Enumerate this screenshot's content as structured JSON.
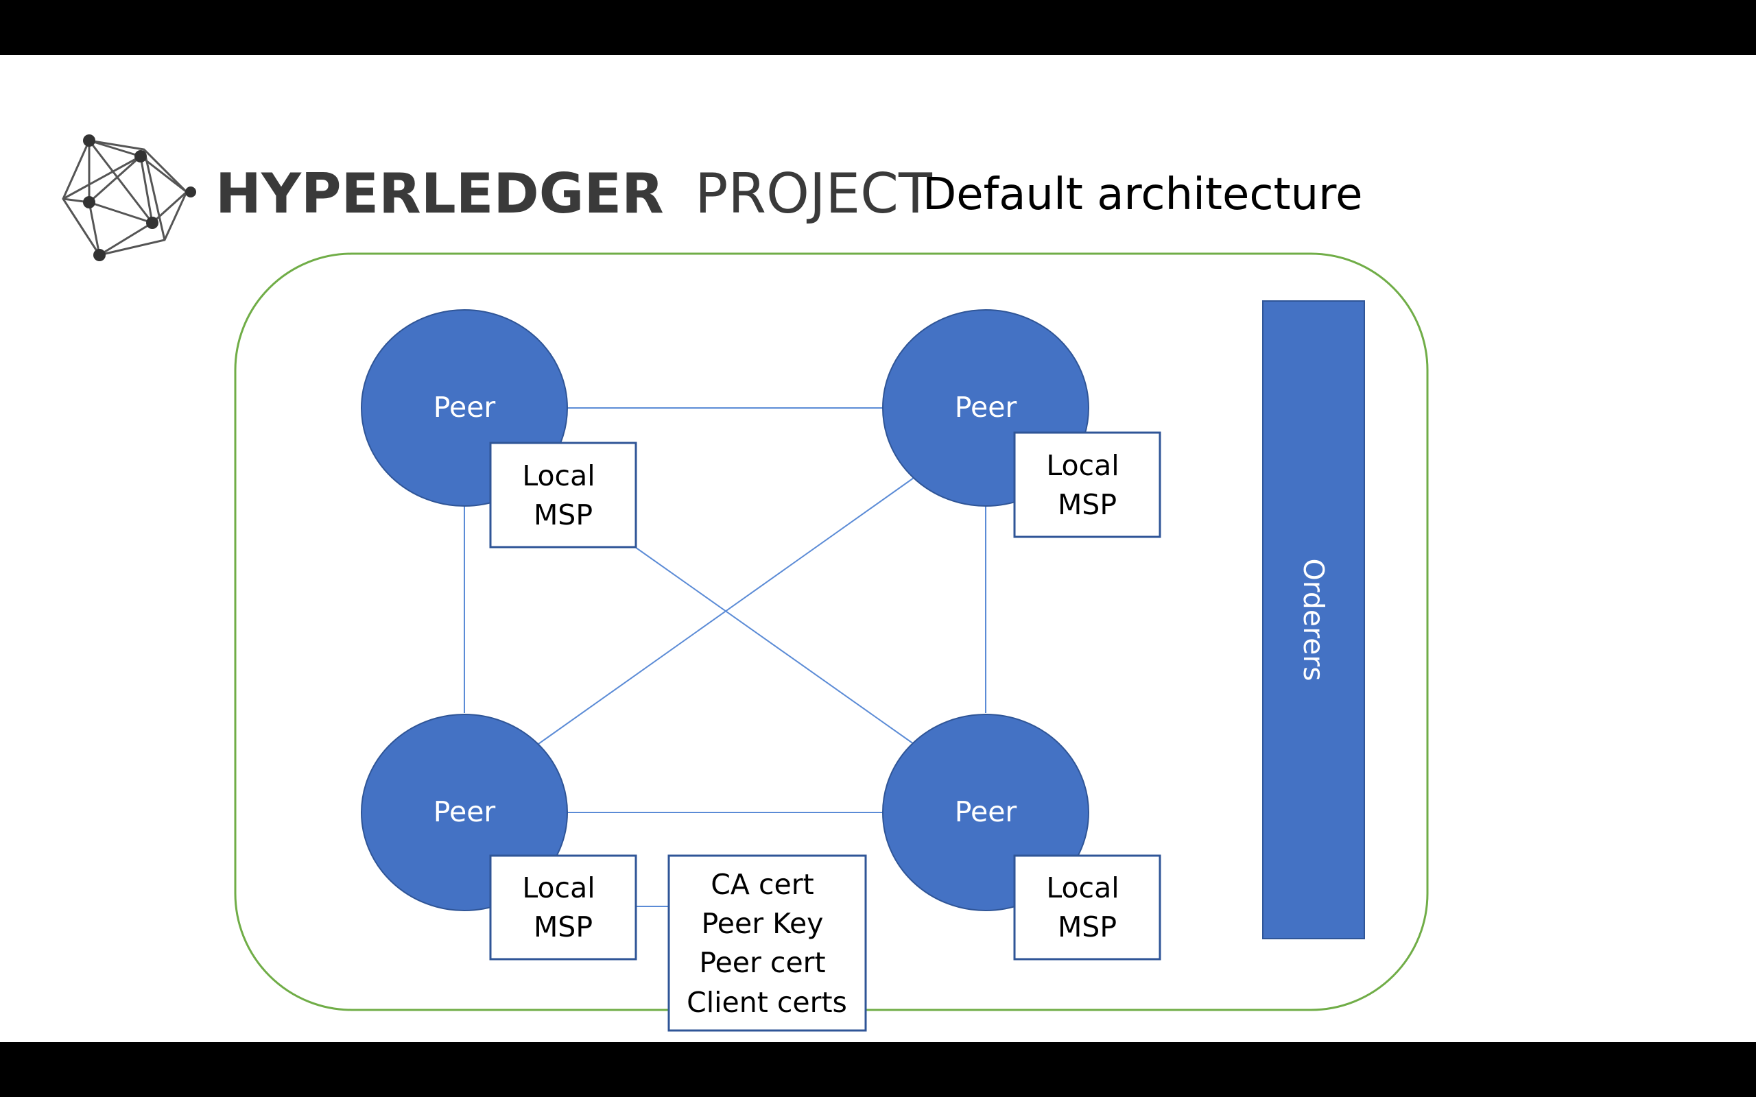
{
  "header": {
    "logo_bold": "HYPERLEDGER",
    "logo_light": "PROJECT",
    "title": "Default architecture"
  },
  "nodes": {
    "peer_label": "Peer",
    "msp_line1": "Local",
    "msp_line2": "MSP",
    "orderers_label": "Orderers"
  },
  "cert_box": {
    "lines": [
      "CA cert",
      "Peer Key",
      "Peer cert",
      "Client certs"
    ]
  },
  "colors": {
    "node_fill": "#4472C4",
    "node_stroke": "#2F5597",
    "boundary": "#70AD47",
    "connector": "#5B8BD6",
    "logo_text": "#3A3A3A",
    "letterbox": "#000000"
  },
  "icons": {
    "logo": "hyperledger-hexagon-logo-icon"
  }
}
